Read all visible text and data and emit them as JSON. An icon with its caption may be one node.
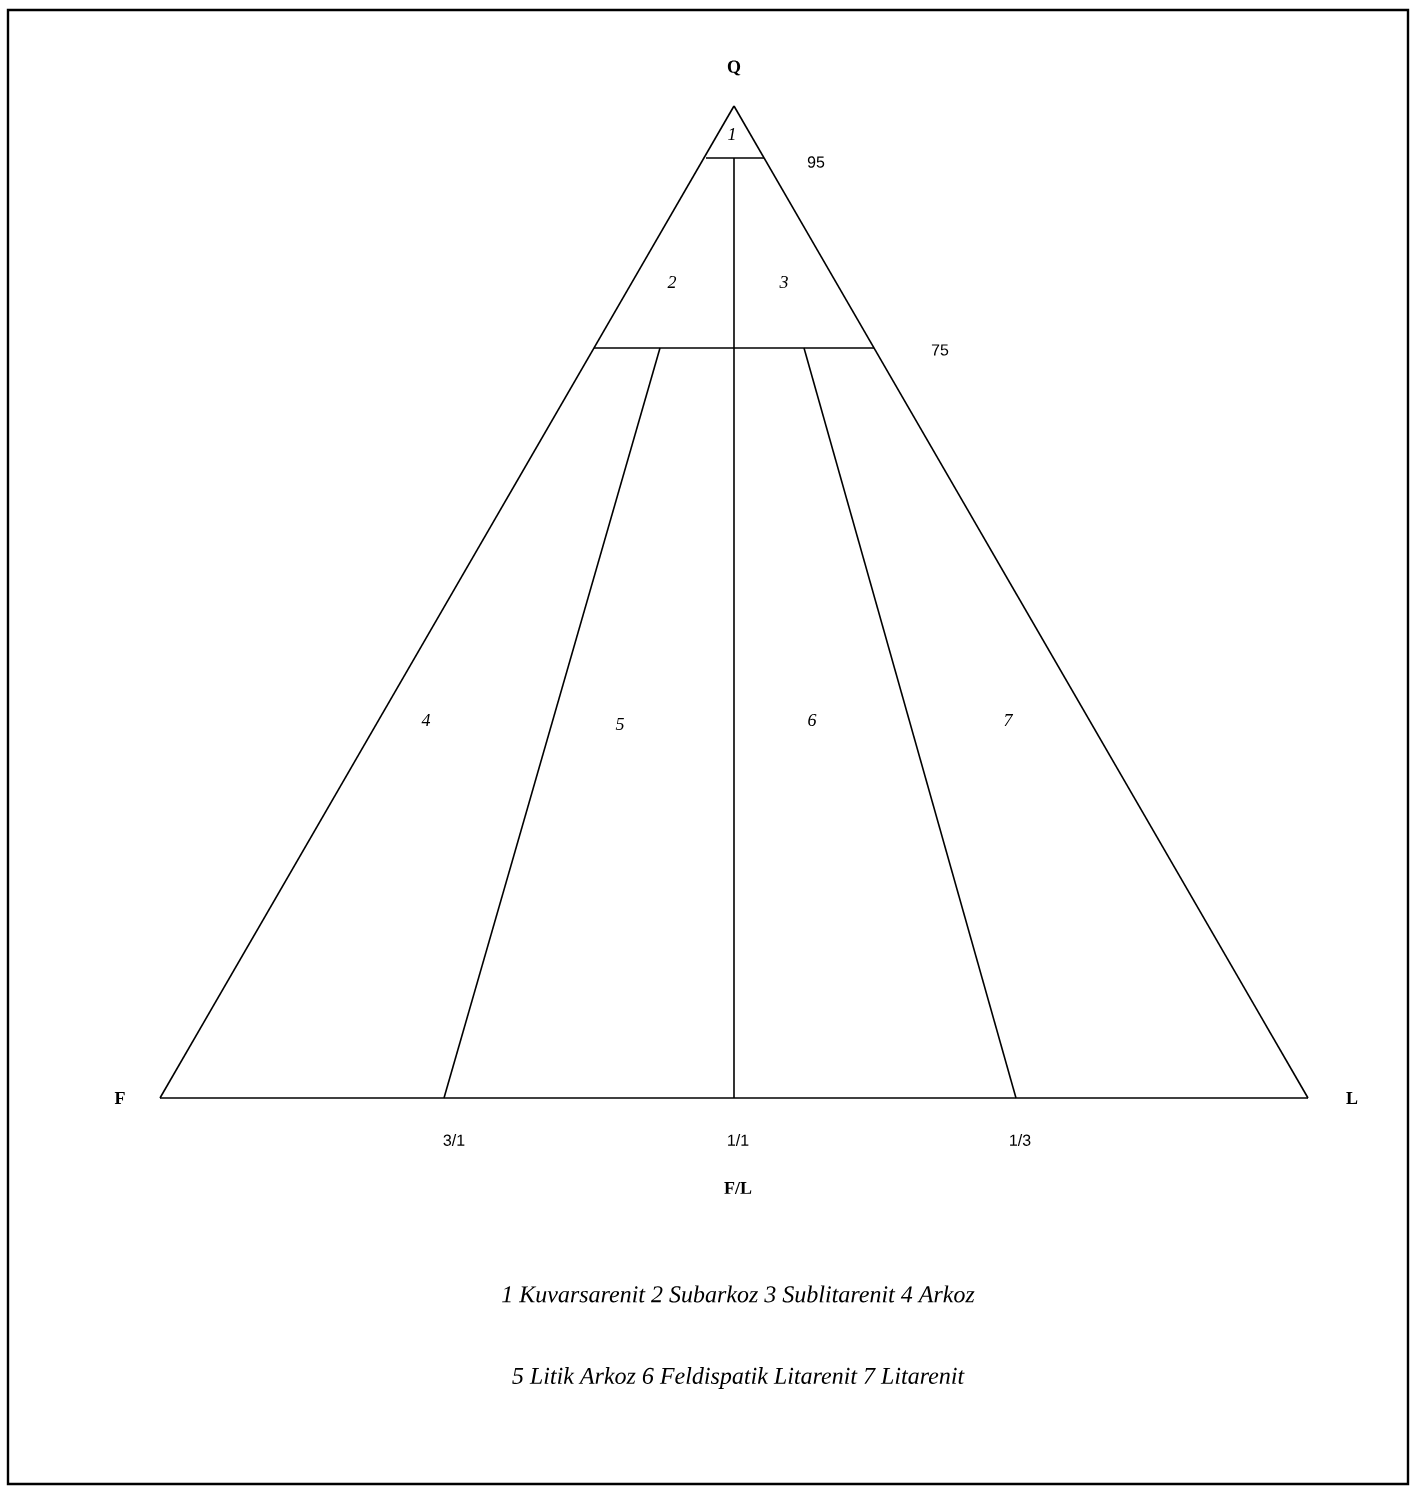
{
  "diagram": {
    "labels": [
      "Q",
      "1",
      "95",
      "2",
      "3",
      "75",
      "4",
      "5",
      "6",
      "7",
      "F",
      "L",
      "3/1",
      "1/1",
      "1/3",
      "F/L",
      "1 Kuvarsarenit 2 Subarkoz 3 Sublitarenit 4 Arkoz",
      "5 Litik Arkoz 6 Feldispatik Litarenit 7 Litarenit"
    ]
  }
}
